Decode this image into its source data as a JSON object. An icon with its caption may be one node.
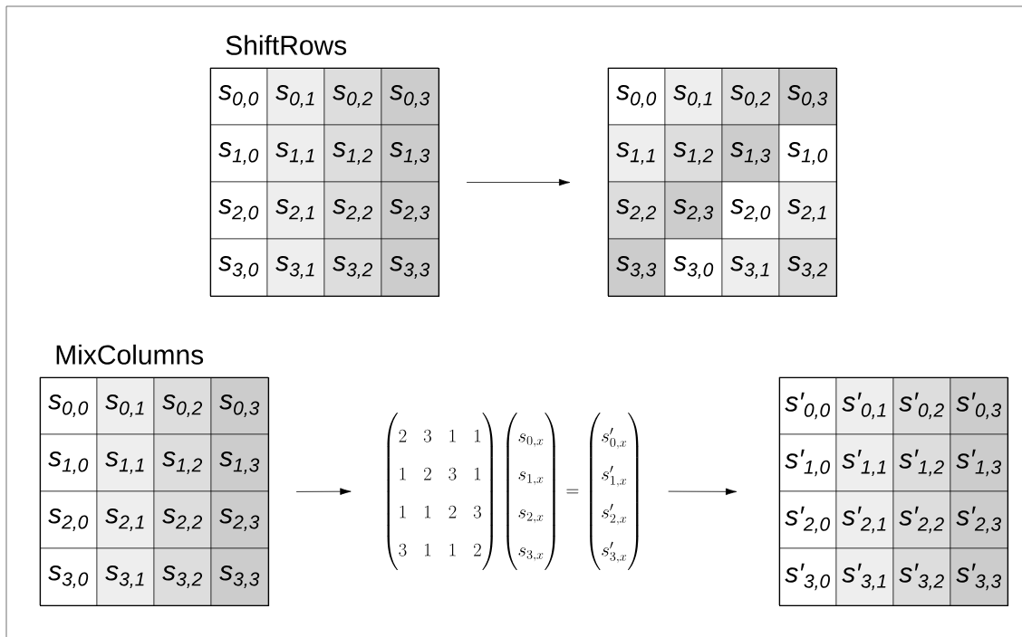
{
  "diagram": {
    "nodes": [
      {
        "text": [
          "ShiftRows"
        ]
      },
      {
        "text": [
          "s$_{0,0}$"
        ],
        "in": 0
      },
      {
        "text": [
          "s$_{0,1}$"
        ],
        "in": 0
      },
      {
        "text": [
          "s$_{0,2}$"
        ],
        "in": 0
      },
      {
        "text": [
          "s$_{0,3}$"
        ],
        "in": 0
      },
      {
        "text": [
          "s$_{1,0}$"
        ],
        "in": 0
      },
      {
        "text": [
          "s$_{1,1}$"
        ],
        "in": 0
      },
      {
        "text": [
          "s$_{1,2}$"
        ],
        "in": 0
      },
      {
        "text": [
          "s$_{1,3}$"
        ],
        "in": 0
      },
      {
        "text": [
          "s$_{2,0}$"
        ],
        "in": 0
      },
      {
        "text": [
          "s$_{2,1}$"
        ],
        "in": 0
      },
      {
        "text": [
          "s$_{2,2}$"
        ],
        "in": 0
      },
      {
        "text": [
          "s$_{2,3}$"
        ],
        "in": 0
      },
      {
        "text": [
          "s$_{3,0}$"
        ],
        "in": 0
      },
      {
        "text": [
          "s$_{3,1}$"
        ],
        "in": 0
      },
      {
        "text": [
          "s$_{3,2}$"
        ],
        "in": 0
      },
      {
        "text": [
          "s$_{3,3}$"
        ],
        "in": 0
      },
      {
        "text": [],
        "shape": "box"
      },
      {
        "text": [
          "s$_{0,0}$"
        ],
        "in": 17
      },
      {
        "text": [
          "s$_{0,1}$"
        ],
        "in": 17
      },
      {
        "text": [
          "s$_{0,2}$"
        ],
        "in": 17
      },
      {
        "text": [
          "s$_{0,3}$"
        ],
        "in": 17
      },
      {
        "text": [
          "s$_{1,1}$"
        ],
        "in": 17
      },
      {
        "text": [
          "s$_{1,2}$"
        ],
        "in": 17
      },
      {
        "text": [
          "s$_{1,3}$"
        ],
        "in": 17
      },
      {
        "text": [
          "s$_{1,0}$"
        ],
        "in": 17
      },
      {
        "text": [
          "s$_{2,2}$"
        ],
        "in": 17
      },
      {
        "text": [
          "s$_{2,3}$"
        ],
        "in": 17
      },
      {
        "text": [
          "s$_{2,0}$"
        ],
        "in": 17
      },
      {
        "text": [
          "s$_{2,1}$"
        ],
        "in": 17
      },
      {
        "text": [
          "s$_{3,3}$"
        ],
        "in": 17
      },
      {
        "text": [
          "s$_{3,0}$"
        ],
        "in": 17
      },
      {
        "text": [
          "s$_{3,1}$"
        ],
        "in": 17
      },
      {
        "text": [
          "s$_{3,2}$"
        ],
        "in": 17
      },
      {
        "text": [
          "MixColumns"
        ]
      },
      {
        "text": [
          "s$_{0,0}$"
        ],
        "in": 34
      },
      {
        "text": [
          "s$_{0,1}$"
        ],
        "in": 34
      },
      {
        "text": [
          "s$_{0,2}$"
        ],
        "in": 34
      },
      {
        "text": [
          "s$_{0,3}$"
        ],
        "in": 34
      },
      {
        "text": [
          "s$_{1,0}$"
        ],
        "in": 34
      },
      {
        "text": [
          "s$_{1,1}$"
        ],
        "in": 34
      },
      {
        "text": [
          "s$_{1,2}$"
        ],
        "in": 34
      },
      {
        "text": [
          "s$_{1,3}$"
        ],
        "in": 34
      },
      {
        "text": [
          "s$_{2,0}$"
        ],
        "in": 34
      },
      {
        "text": [
          "s$_{2,1}$"
        ],
        "in": 34
      },
      {
        "text": [
          "s$_{2,2}$"
        ],
        "in": 34
      },
      {
        "text": [
          "s$_{2,3}$"
        ],
        "in": 34
      },
      {
        "text": [
          "s$_{3,0}$"
        ],
        "in": 34
      },
      {
        "text": [
          "s$_{3,1}$"
        ],
        "in": 34
      },
      {
        "text": [
          "s$_{3,2}$"
        ],
        "in": 34
      },
      {
        "text": [
          "s$_{3,3}$"
        ],
        "in": 34
      },
      {
        "text": [
          "\\begin{pmatrix}2&3&1&1\\\\1&2&3&1\\\\1&1&2&3\\\\3&1&1&2\\end{pmatrix}\\begin{pmatrix}s_{0,x}\\\\s_{1,x}\\\\s_{2,x}\\\\s_{3,x}\\end{pmatrix}=\\begin{pmatrix}s'_{0,x}\\\\s'_{1,x}\\\\s'_{2,x}\\\\s'_{3,x}\\end{pmatrix}"
        ]
      },
      {
        "text": [],
        "shape": "box"
      },
      {
        "text": [
          "s′$_{0,0}$"
        ],
        "in": 52
      },
      {
        "text": [
          "s′$_{0,1}$"
        ],
        "in": 52
      },
      {
        "text": [
          "s′$_{0,2}$"
        ],
        "in": 52
      },
      {
        "text": [
          "s′$_{0,3}$"
        ],
        "in": 52
      },
      {
        "text": [
          "s′$_{1,0}$"
        ],
        "in": 52
      },
      {
        "text": [
          "s′$_{1,1}$"
        ],
        "in": 52
      },
      {
        "text": [
          "s′$_{1,2}$"
        ],
        "in": 52
      },
      {
        "text": [
          "s′$_{1,3}$"
        ],
        "in": 52
      },
      {
        "text": [
          "s′$_{2,0}$"
        ],
        "in": 52
      },
      {
        "text": [
          "s′$_{2,1}$"
        ],
        "in": 52
      },
      {
        "text": [
          "s′$_{2,2}$"
        ],
        "in": 52
      },
      {
        "text": [
          "s′$_{2,3}$"
        ],
        "in": 52
      },
      {
        "text": [
          "s′$_{3,0}$"
        ],
        "in": 52
      },
      {
        "text": [
          "s′$_{3,1}$"
        ],
        "in": 52
      },
      {
        "text": [
          "s′$_{3,2}$"
        ],
        "in": 52
      },
      {
        "text": [
          "s′$_{3,3}$"
        ],
        "in": 52
      }
    ],
    "edges": [
      {
        "from": 0,
        "to": 17,
        "arrow": "to"
      },
      {
        "from": 34,
        "to": 51,
        "arrow": "to"
      },
      {
        "from": 51,
        "to": 52,
        "arrow": "to"
      }
    ]
  }
}
